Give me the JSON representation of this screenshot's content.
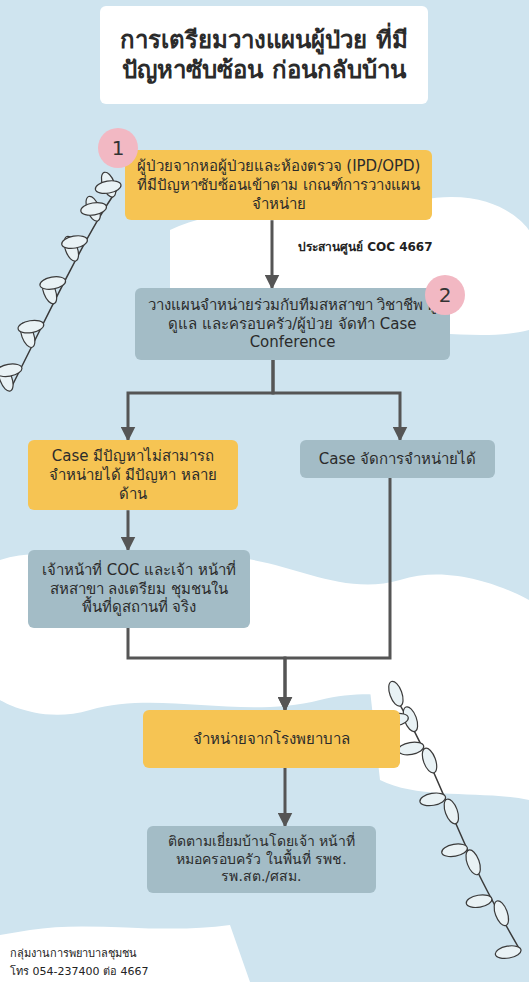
{
  "diagram": {
    "nodes": [
      {
        "text": [
          "การเตรียมวางแผนผู้ป่วย ที่มีปัญหาซับซ้อน ก่อนกลับบ้าน"
        ]
      },
      {
        "text": [
          "ผู้ป่วยจากหอผู้ป่วยและห้องตรวจ (IPD/OPD) ที่มีปัญหาซับซ้อนเข้าตาม เกณฑ์การวางแผนจำหน่าย"
        ]
      },
      {
        "text": [
          "วางแผนจำหน่ายร่วมกับทีมสหสาขา วิชาชีพ ผู้ดูแล และครอบครัว/ผู้ป่วย จัดทำ Case Conference"
        ]
      },
      {
        "text": [
          "Case มีปัญหาไม่สามารถ จำหน่ายได้ มีปัญหา หลายด้าน"
        ]
      },
      {
        "text": [
          "Case จัดการจำหน่ายได้"
        ]
      },
      {
        "text": [
          "เจ้าหน้าที่ COC และเจ้า หน้าที่สหสาขา ลงเตรียม ชุมชนในพื้นที่ดูสถานที่ จริง"
        ]
      },
      {
        "text": [
          "จำหน่ายจากโรงพยาบาล"
        ]
      },
      {
        "text": [
          "ติดตามเยี่ยมบ้านโดยเจ้า หน้าที่หมอครอบครัว ในพื้นที่ รพช. รพ.สต./ศสม."
        ]
      }
    ],
    "edges": [
      {
        "from": 1,
        "to": 2,
        "arrow": "to",
        "label": "ประสานศูนย์ COC 4667"
      },
      {
        "from": 2,
        "to": 3,
        "arrow": "to"
      },
      {
        "from": 2,
        "to": 4,
        "arrow": "to"
      },
      {
        "from": 3,
        "to": 5,
        "arrow": "to"
      },
      {
        "from": 5,
        "to": 6,
        "arrow": "to"
      },
      {
        "from": 4,
        "to": 6,
        "arrow": "to"
      },
      {
        "from": 6,
        "to": 7,
        "arrow": "to"
      }
    ],
    "labels": [
      "1",
      "2",
      "กลุ่มงานการพยาบาลชุมชน",
      "โทร 054-237400 ต่อ 4667"
    ]
  }
}
